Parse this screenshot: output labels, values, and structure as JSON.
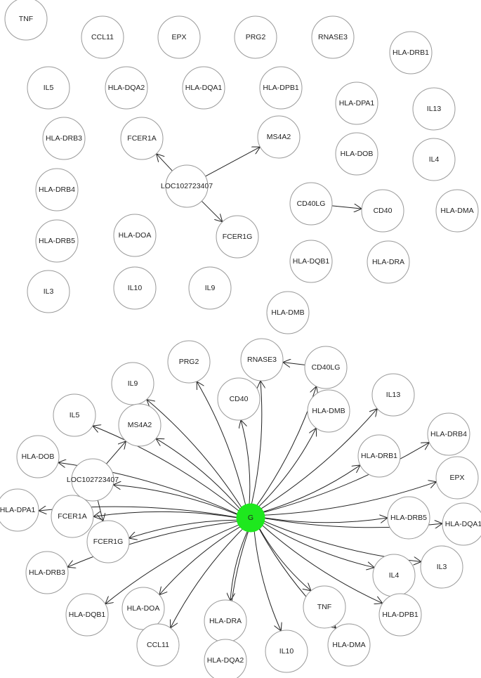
{
  "colors": {
    "node_stroke": "#9a9a9a",
    "hub_fill": "#1ee81e",
    "edge": "#222222",
    "background": "#ffffff"
  },
  "top_network": {
    "nodes": [
      "TNF",
      "CCL11",
      "EPX",
      "PRG2",
      "RNASE3",
      "HLA-DRB1",
      "IL5",
      "HLA-DQA2",
      "HLA-DQA1",
      "HLA-DPB1",
      "HLA-DPA1",
      "IL13",
      "HLA-DRB3",
      "FCER1A",
      "MS4A2",
      "HLA-DOB",
      "IL4",
      "LOC102723407",
      "HLA-DRB4",
      "CD40LG",
      "CD40",
      "HLA-DMA",
      "FCER1G",
      "HLA-DRB5",
      "HLA-DOA",
      "HLA-DQB1",
      "HLA-DRA",
      "IL3",
      "IL10",
      "IL9",
      "HLA-DMB"
    ],
    "edges": [
      {
        "from": "LOC102723407",
        "to": "FCER1A"
      },
      {
        "from": "LOC102723407",
        "to": "MS4A2"
      },
      {
        "from": "LOC102723407",
        "to": "FCER1G"
      },
      {
        "from": "CD40LG",
        "to": "CD40"
      }
    ]
  },
  "bottom_network": {
    "hub": "G",
    "nodes": [
      "PRG2",
      "RNASE3",
      "CD40LG",
      "IL9",
      "CD40",
      "IL13",
      "IL5",
      "MS4A2",
      "HLA-DMB",
      "HLA-DRB4",
      "HLA-DOB",
      "LOC102723407",
      "HLA-DRB1",
      "EPX",
      "HLA-DPA1",
      "FCER1A",
      "HLA-DRB5",
      "HLA-DQA1",
      "FCER1G",
      "HLA-DRB3",
      "IL3",
      "IL4",
      "HLA-DQB1",
      "HLA-DOA",
      "TNF",
      "HLA-DPB1",
      "HLA-DRA",
      "CCL11",
      "HLA-DMA",
      "IL10",
      "HLA-DQA2"
    ],
    "edges": [
      {
        "from": "G",
        "to": "PRG2"
      },
      {
        "from": "G",
        "to": "RNASE3"
      },
      {
        "from": "G",
        "to": "CD40LG"
      },
      {
        "from": "G",
        "to": "IL9"
      },
      {
        "from": "G",
        "to": "CD40"
      },
      {
        "from": "G",
        "to": "IL13"
      },
      {
        "from": "G",
        "to": "IL5"
      },
      {
        "from": "G",
        "to": "MS4A2"
      },
      {
        "from": "G",
        "to": "HLA-DMB"
      },
      {
        "from": "G",
        "to": "HLA-DRB4"
      },
      {
        "from": "G",
        "to": "HLA-DOB"
      },
      {
        "from": "G",
        "to": "LOC102723407"
      },
      {
        "from": "G",
        "to": "HLA-DRB1"
      },
      {
        "from": "G",
        "to": "EPX"
      },
      {
        "from": "G",
        "to": "HLA-DPA1"
      },
      {
        "from": "G",
        "to": "FCER1A"
      },
      {
        "from": "G",
        "to": "HLA-DRB5"
      },
      {
        "from": "G",
        "to": "HLA-DQA1"
      },
      {
        "from": "G",
        "to": "HLA-DRB3"
      },
      {
        "from": "G",
        "to": "FCER1G"
      },
      {
        "from": "G",
        "to": "IL3"
      },
      {
        "from": "G",
        "to": "IL4"
      },
      {
        "from": "G",
        "to": "HLA-DQB1"
      },
      {
        "from": "G",
        "to": "HLA-DOA"
      },
      {
        "from": "G",
        "to": "TNF"
      },
      {
        "from": "G",
        "to": "HLA-DPB1"
      },
      {
        "from": "G",
        "to": "HLA-DRA"
      },
      {
        "from": "G",
        "to": "CCL11"
      },
      {
        "from": "G",
        "to": "HLA-DMA"
      },
      {
        "from": "G",
        "to": "IL10"
      },
      {
        "from": "G",
        "to": "HLA-DQA2"
      },
      {
        "from": "CD40LG",
        "to": "RNASE3"
      },
      {
        "from": "LOC102723407",
        "to": "MS4A2"
      },
      {
        "from": "LOC102723407",
        "to": "FCER1G"
      }
    ]
  }
}
